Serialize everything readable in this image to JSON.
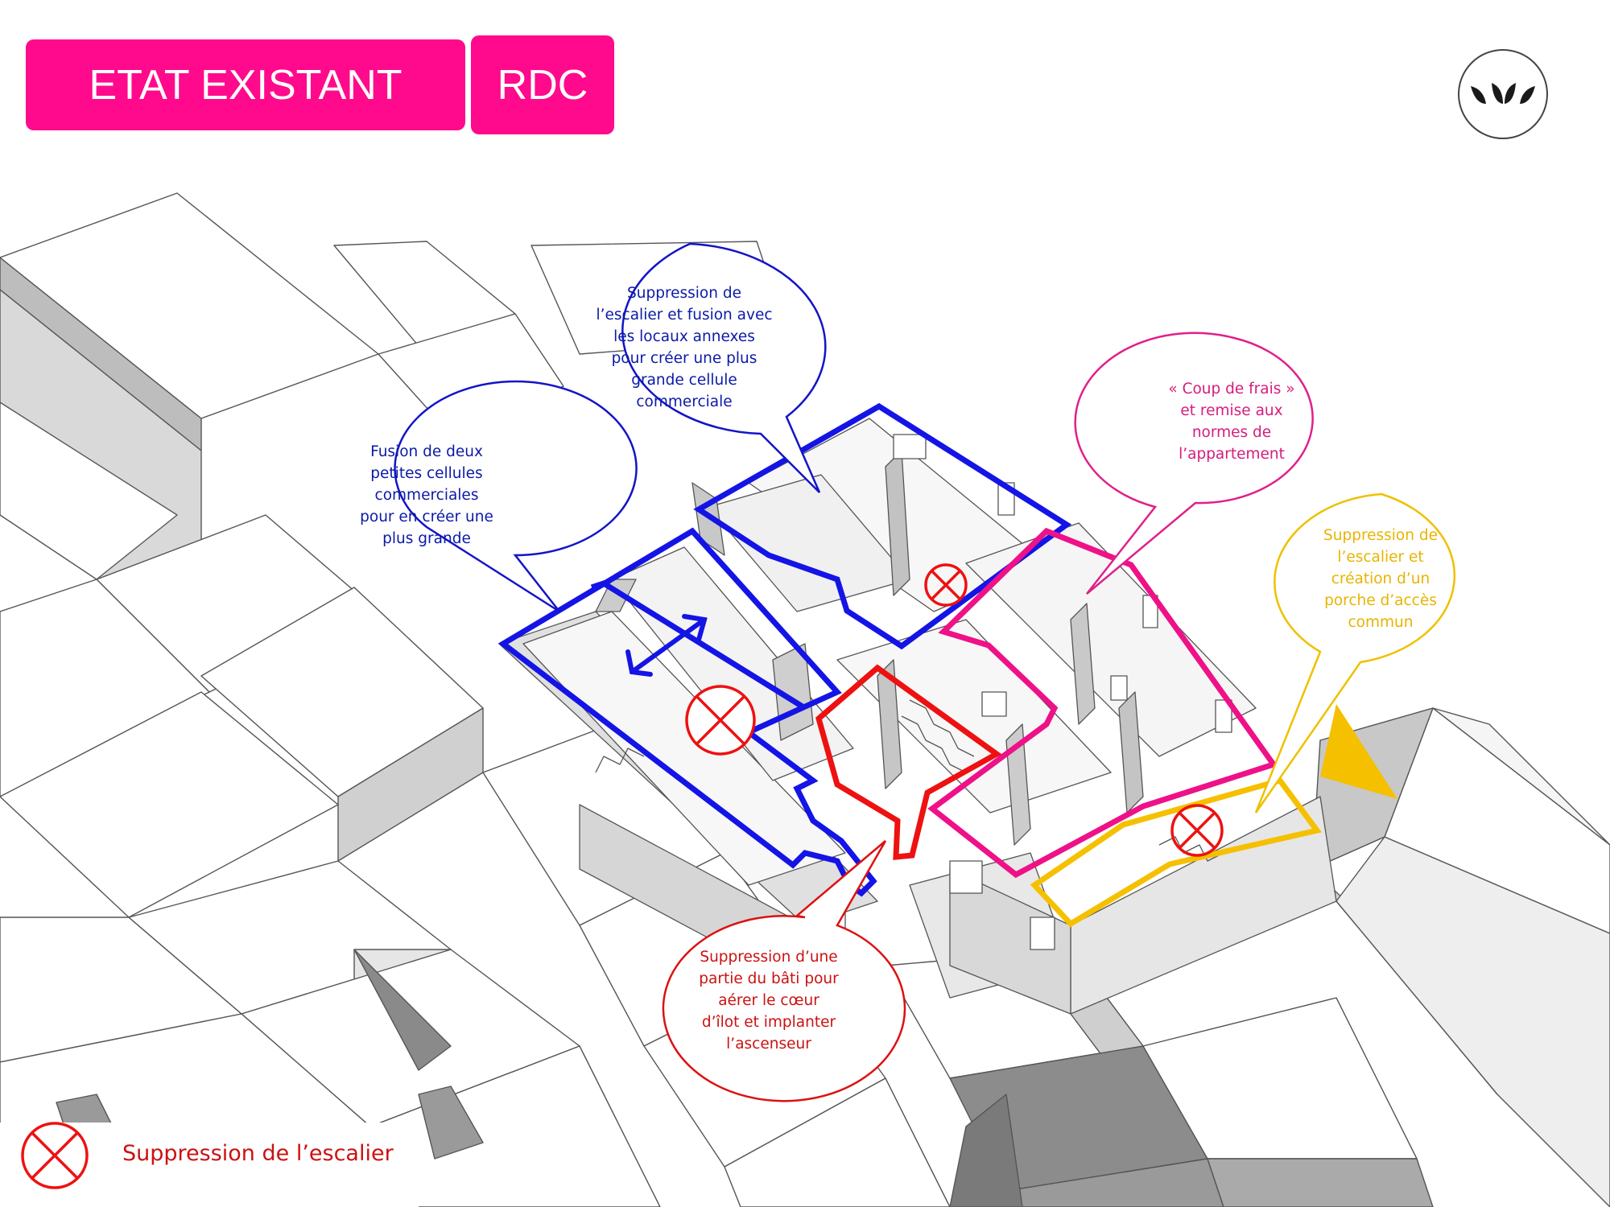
{
  "header": {
    "state_label": "ETAT EXISTANT",
    "level_label": "RDC"
  },
  "colors": {
    "accent": "#ff0a8c",
    "blue": "#1414e6",
    "red": "#ee1111",
    "pink": "#ee1188",
    "yellow": "#f5c000"
  },
  "callouts": {
    "blue_fusion": "Fusion de deux\npetites cellules\ncommerciales\npour en créer une\nplus grande",
    "blue_stair": "Suppression de\nl’escalier et fusion avec\nles locaux annexes\npour créer une plus\ngrande cellule\ncommerciale",
    "pink": "« Coup de frais »\net remise aux\nnormes de\nl’appartement",
    "yellow": "Suppression de\nl’escalier et\ncréation d’un\nporche d’accès\ncommun",
    "red": "Suppression d’une\npartie du bâti pour\naérer le cœur\nd’îlot et implanter\nl’ascenseur"
  },
  "legend": {
    "icon": "crossed-circle-icon",
    "label": "Suppression de l’escalier"
  },
  "logo": {
    "icon": "brand-logo-icon"
  }
}
